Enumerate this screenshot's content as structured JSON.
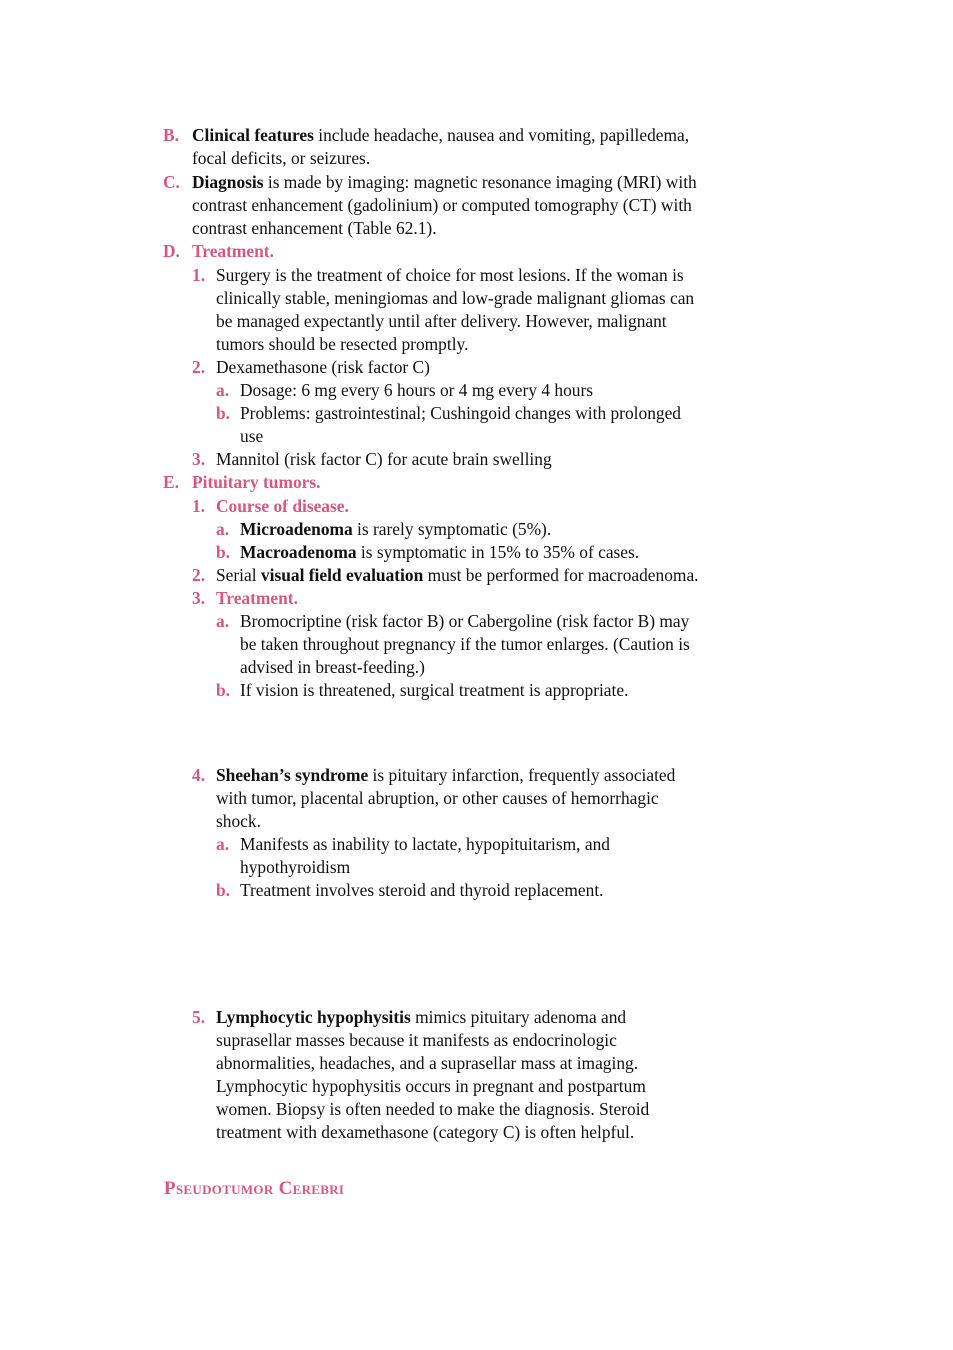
{
  "B": {
    "label": "B.",
    "bold": "Clinical features",
    "l1": " include headache, nausea and vomiting, papilledema,",
    "l2": "focal deficits, or seizures."
  },
  "C": {
    "label": "C.",
    "bold": "Diagnosis",
    "l1": " is made by imaging: magnetic resonance imaging (MRI) with",
    "l2": "contrast enhancement (gadolinium) or computed tomography (CT) with",
    "l3": "contrast enhancement (Table 62.1)."
  },
  "D": {
    "label": "D.",
    "title": "Treatment.",
    "i1": {
      "label": "1.",
      "l1": "Surgery is the treatment of choice for most lesions. If the woman is",
      "l2": "clinically stable, meningiomas and low-grade malignant gliomas can",
      "l3": "be managed expectantly until after delivery. However, malignant",
      "l4": "tumors should be resected promptly."
    },
    "i2": {
      "label": "2.",
      "text": "Dexamethasone (risk factor C)",
      "a": {
        "label": "a.",
        "text": "Dosage: 6 mg every 6 hours or 4 mg every 4 hours"
      },
      "b": {
        "label": "b.",
        "l1": "Problems: gastrointestinal; Cushingoid changes with prolonged",
        "l2": "use"
      }
    },
    "i3": {
      "label": "3.",
      "text": "Mannitol (risk factor C) for acute brain swelling"
    }
  },
  "E": {
    "label": "E.",
    "title": "Pituitary tumors.",
    "i1": {
      "label": "1.",
      "title": "Course of disease.",
      "a": {
        "label": "a.",
        "bold": "Microadenoma",
        "text": " is rarely symptomatic (5%)."
      },
      "b": {
        "label": "b.",
        "bold": "Macroadenoma",
        "text": " is symptomatic in 15% to 35% of cases."
      }
    },
    "i2": {
      "label": "2.",
      "pre": "Serial ",
      "bold": "visual field evaluation",
      "post": " must be performed for macroadenoma."
    },
    "i3": {
      "label": "3.",
      "title": "Treatment.",
      "a": {
        "label": "a.",
        "l1": "Bromocriptine (risk factor B) or Cabergoline (risk factor B) may",
        "l2": "be taken throughout pregnancy if the tumor enlarges. (Caution is",
        "l3": "advised in breast-feeding.)"
      },
      "b": {
        "label": "b.",
        "text": "If vision is threatened, surgical treatment is appropriate."
      }
    },
    "i4": {
      "label": "4.",
      "bold": "Sheehan’s syndrome",
      "l1": " is pituitary infarction, frequently associated",
      "l2": "with tumor, placental abruption, or other causes of hemorrhagic",
      "l3": "shock.",
      "a": {
        "label": "a.",
        "l1": "Manifests as inability to lactate, hypopituitarism, and",
        "l2": "hypothyroidism"
      },
      "b": {
        "label": "b.",
        "text": "Treatment involves steroid and thyroid replacement."
      }
    },
    "i5": {
      "label": "5.",
      "bold": "Lymphocytic hypophysitis",
      "l1": " mimics pituitary adenoma and",
      "l2": "suprasellar masses because it manifests as endocrinologic",
      "l3": "abnormalities, headaches, and a suprasellar mass at imaging.",
      "l4": "Lymphocytic hypophysitis occurs in pregnant and postpartum",
      "l5": "women. Biopsy is often needed to make the diagnosis. Steroid",
      "l6": "treatment with dexamethasone (category C) is often helpful."
    }
  },
  "section_heading": "Pseudotumor Cerebri",
  "colors": {
    "accent": "#d9577f",
    "text": "#111111"
  }
}
